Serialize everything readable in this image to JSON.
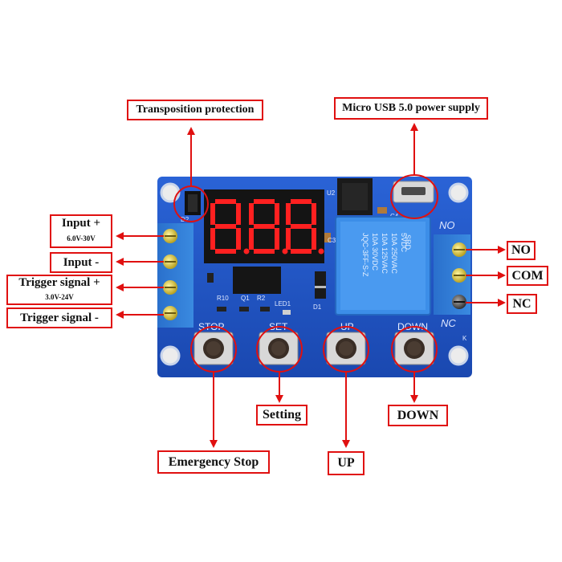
{
  "labels": {
    "transposition": "Transposition protection",
    "usb": "Micro USB 5.0 power supply",
    "input_plus": "Input +",
    "input_plus_range": "6.0V-30V",
    "input_minus": "Input -",
    "trigger_plus": "Trigger signal +",
    "trigger_plus_range": "3.0V-24V",
    "trigger_minus": "Trigger signal -",
    "no": "NO",
    "com": "COM",
    "nc": "NC",
    "setting": "Setting",
    "down": "DOWN",
    "emergency": "Emergency Stop",
    "up": "UP"
  },
  "board": {
    "display": "8.8.8.",
    "buttons": [
      "STOP",
      "SET",
      "UP",
      "DOWN"
    ],
    "relay_text": [
      "5VDC",
      "10A 250VAC",
      "10A 125VAC",
      "10A 30VDC",
      "JQC-3FF-S-Z"
    ],
    "relay_brand": "SRD",
    "terminal_no": "NO",
    "terminal_nc": "NC",
    "silk": [
      "D2",
      "U2",
      "C4",
      "Q1",
      "R2",
      "R10",
      "LED1",
      "D1",
      "C3",
      "K"
    ]
  },
  "colors": {
    "pcb": "#1f55c8",
    "callout_border": "#e01010",
    "terminal_blue": "#2f7fd8",
    "relay_blue": "#3c8ee8"
  }
}
